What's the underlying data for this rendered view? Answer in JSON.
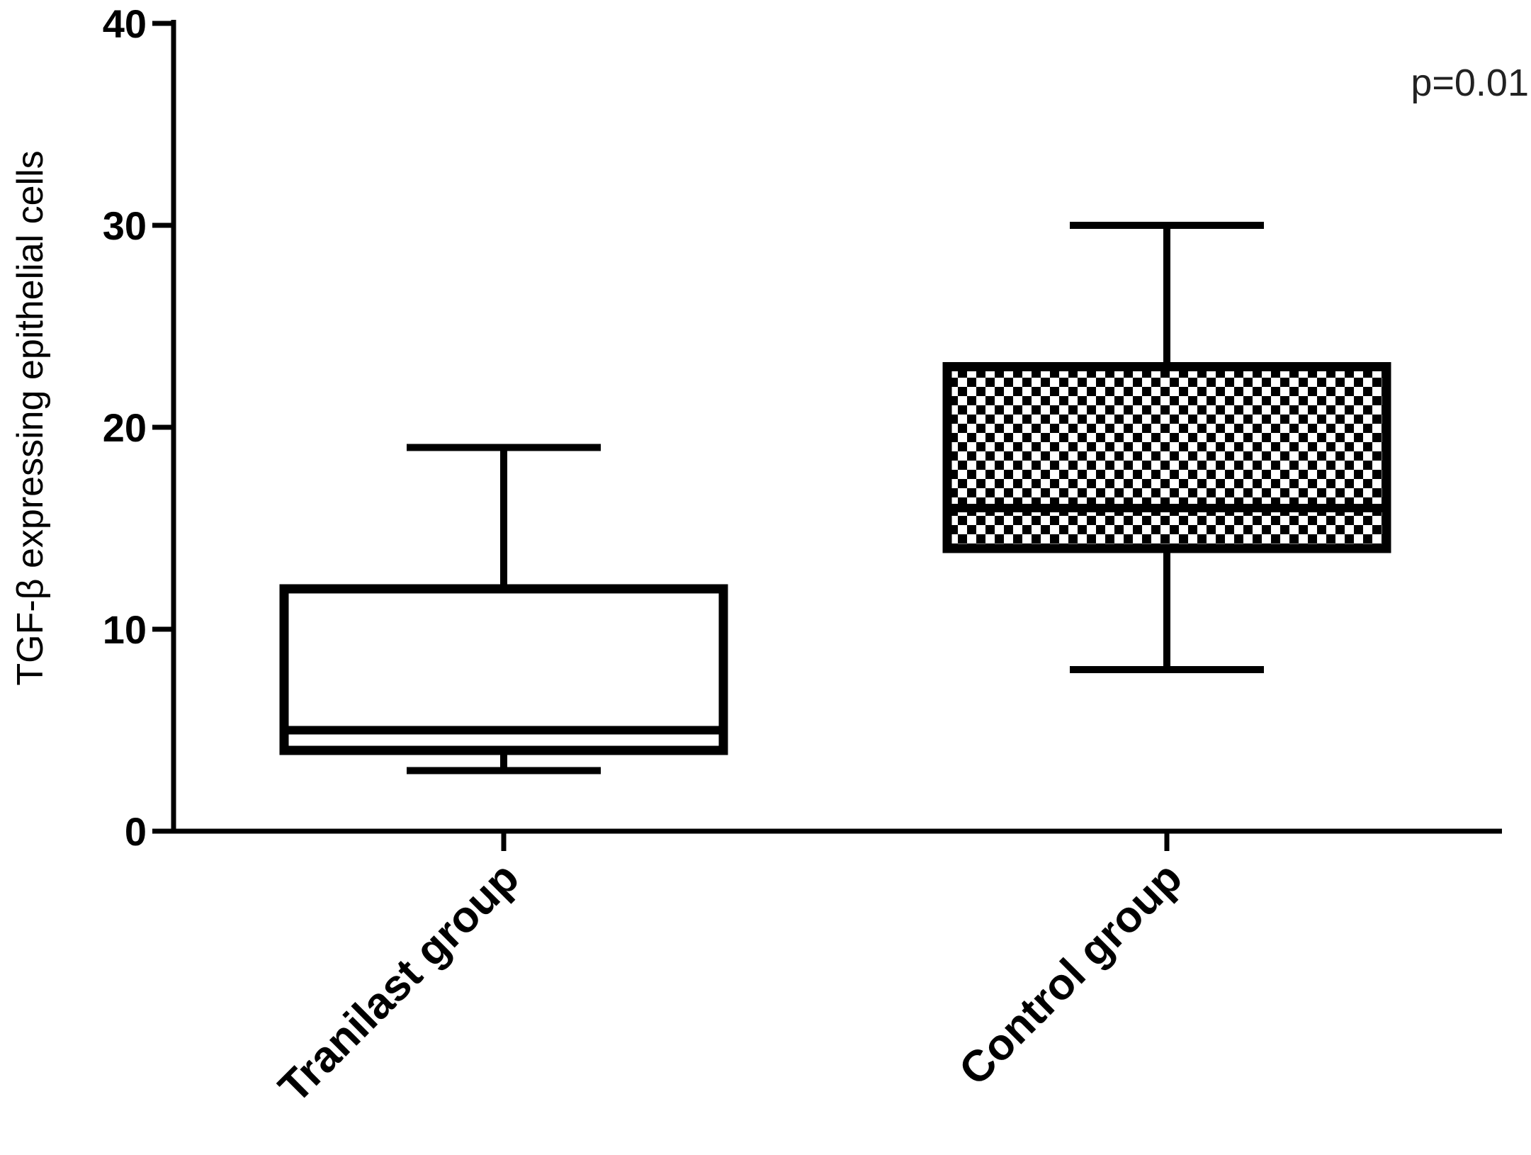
{
  "chart_data": {
    "type": "box",
    "title": "",
    "xlabel": "",
    "ylabel": "TGF-β expressing  epithelial cells",
    "ylim": [
      0,
      40
    ],
    "yticks": [
      0,
      10,
      20,
      30,
      40
    ],
    "ytick_labels": [
      "0",
      "10",
      "20",
      "30",
      "40"
    ],
    "categories": [
      "Tranilast group",
      "Control group"
    ],
    "boxes": [
      {
        "name": "Tranilast group",
        "min": 3,
        "q1": 4,
        "median": 5,
        "q3": 12,
        "max": 19,
        "fill": "white"
      },
      {
        "name": "Control group",
        "min": 8,
        "q1": 14,
        "median": 16,
        "q3": 23,
        "max": 30,
        "fill": "checkered"
      }
    ],
    "annotation": "p=0.01",
    "grid": false,
    "colors": {
      "line": "#000000",
      "fill": "#ffffff"
    }
  }
}
